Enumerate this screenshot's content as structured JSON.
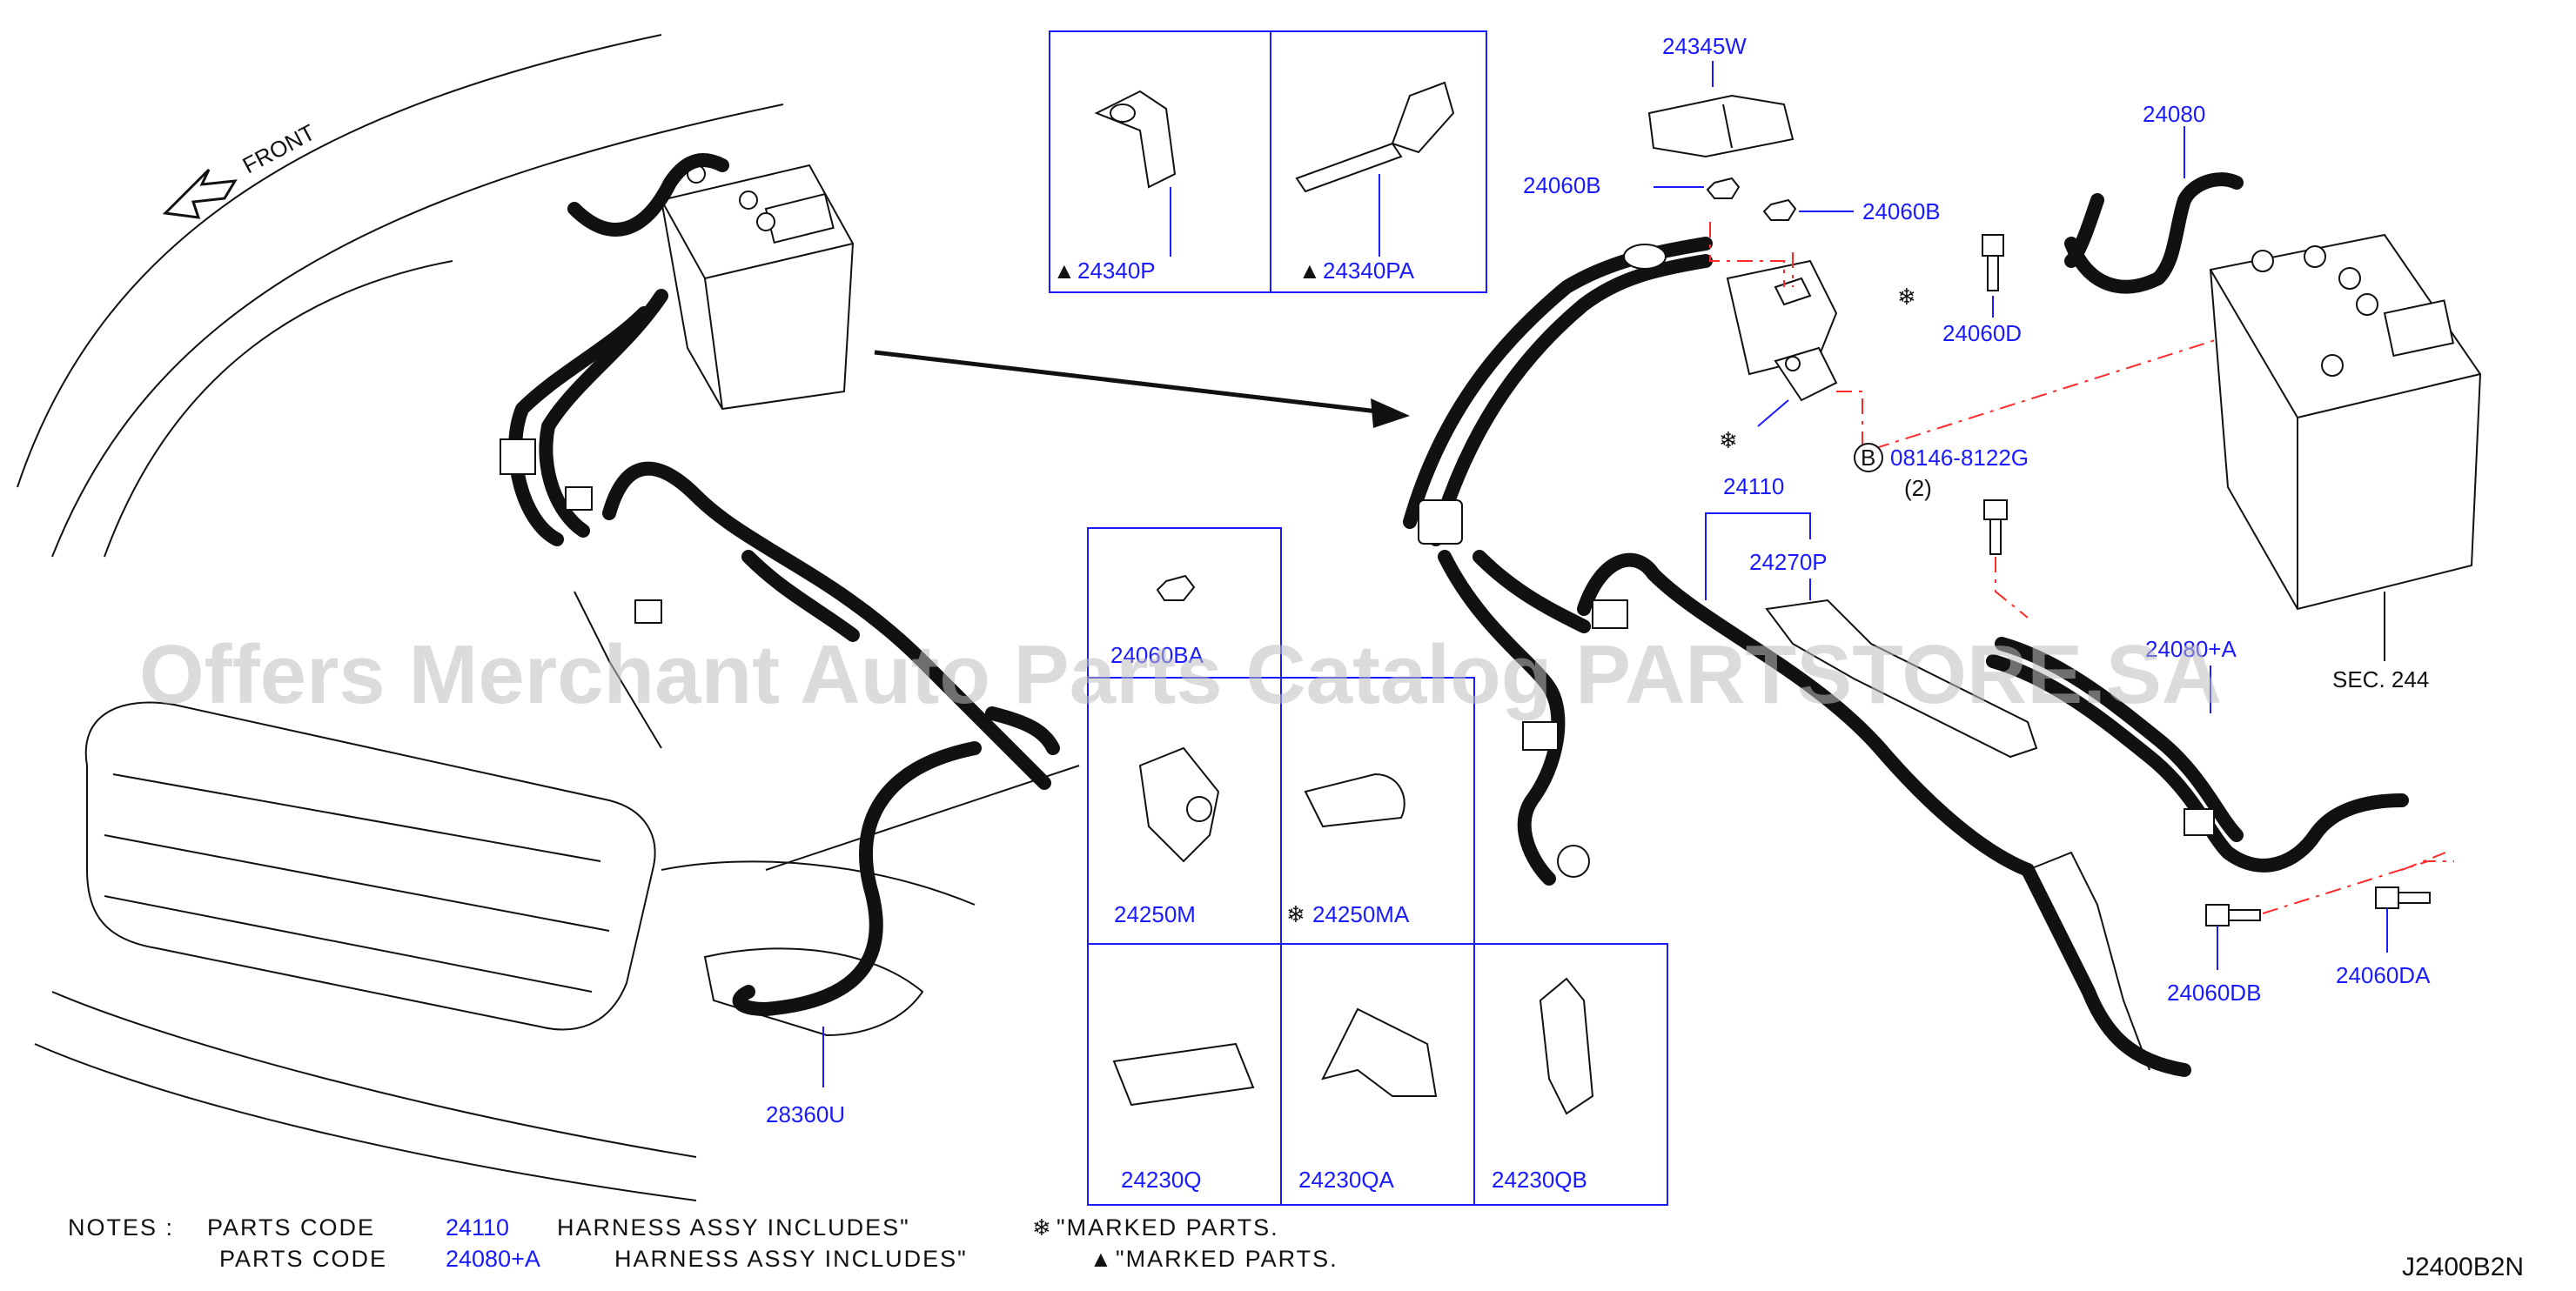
{
  "direction_label": "FRONT",
  "part_labels": {
    "p24345W": "24345W",
    "p24060B_left": "24060B",
    "p24060B_right": "24060B",
    "p24080": "24080",
    "p24060D": "24060D",
    "p24340P": "24340P",
    "p24340PA": "24340PA",
    "p08146": "08146-8122G",
    "qty2": "(2)",
    "b_marker": "B",
    "p24110": "24110",
    "p24270P": "24270P",
    "p24080A": "24080+A",
    "sec": "SEC. 244",
    "p24060DB": "24060DB",
    "p24060DA": "24060DA",
    "p24060BA": "24060BA",
    "p24250M": "24250M",
    "p24250MA": "24250MA",
    "p24230Q": "24230Q",
    "p24230QA": "24230QA",
    "p24230QB": "24230QB",
    "p28360U": "28360U"
  },
  "notes": {
    "title": "NOTES :",
    "line1_prefix": "PARTS  CODE",
    "line1_code": "24110",
    "line1_text": "HARNESS  ASSY  INCLUDES\"",
    "line1_mark": "\"MARKED  PARTS.",
    "line2_prefix": "PARTS  CODE",
    "line2_code": "24080+A",
    "line2_text": "HARNESS  ASSY  INCLUDES\"",
    "line2_mark": "\"MARKED  PARTS."
  },
  "symbols": {
    "snowflake": "❄",
    "triangle": "▲"
  },
  "diagram_code": "J2400B2N",
  "watermark": "Offers Merchant Auto Parts Catalog PARTSTORE.SA",
  "colors": {
    "label_blue": "#1a1aff",
    "ink": "#111111",
    "centerline_red": "#ff2a2a",
    "watermark_gray": "#bdbdbd"
  }
}
